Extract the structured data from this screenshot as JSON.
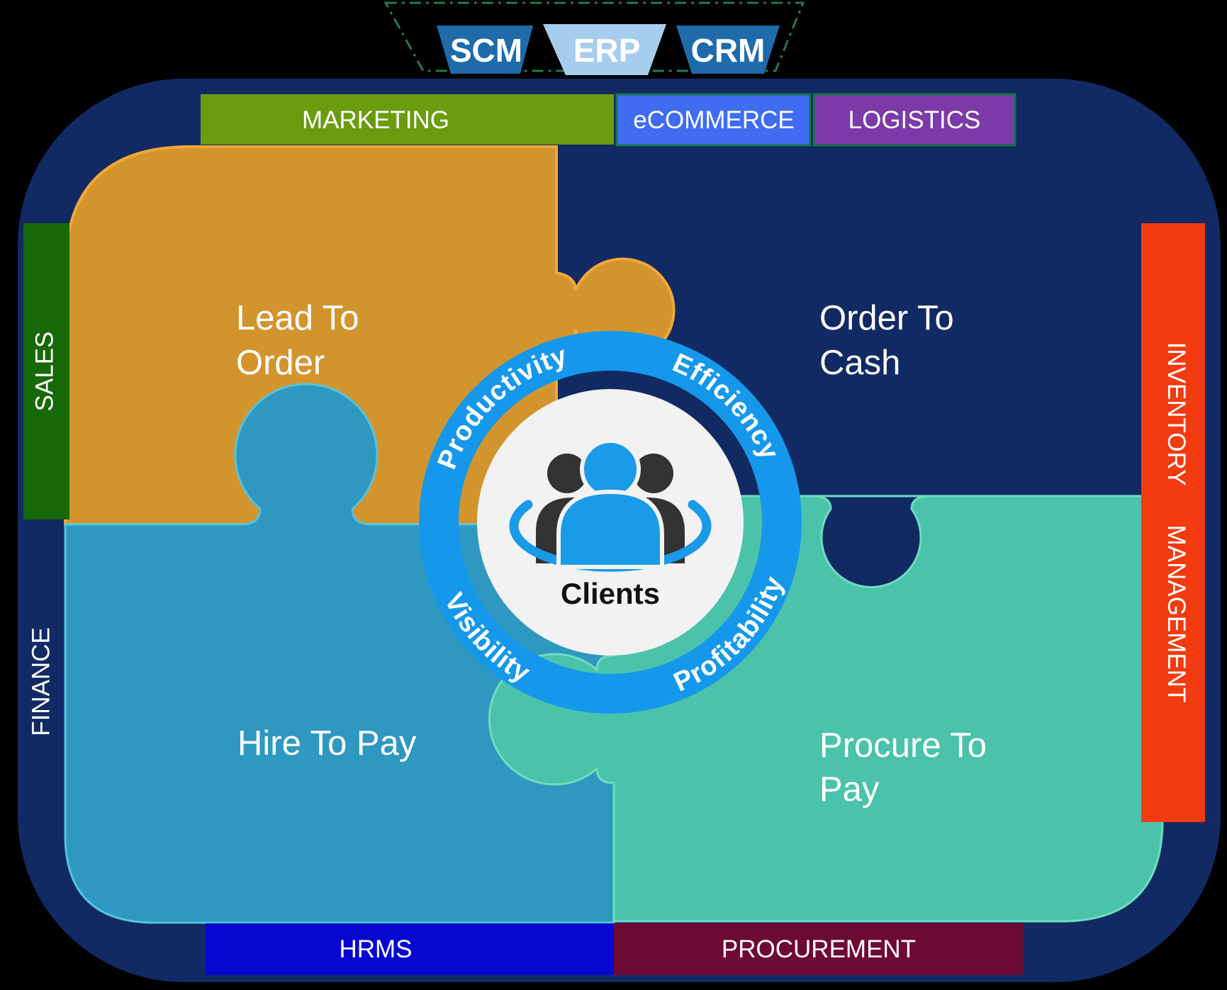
{
  "funnel": {
    "scm": "SCM",
    "erp": "ERP",
    "crm": "CRM"
  },
  "top_bars": {
    "marketing": "MARKETING",
    "ecommerce": "eCOMMERCE",
    "logistics": "LOGISTICS"
  },
  "side_labels": {
    "sales": "SALES",
    "finance": "FINANCE",
    "inventory_management": "INVENTORY MANAGEMENT"
  },
  "bottom_bars": {
    "hrms": "HRMS",
    "procurement": "PROCUREMENT"
  },
  "pieces": {
    "lead_to_order": {
      "line1": "Lead To",
      "line2": "Order"
    },
    "order_to_cash": {
      "line1": "Order To",
      "line2": "Cash"
    },
    "hire_to_pay": {
      "line1": "Hire To Pay"
    },
    "procure_to_pay": {
      "line1": "Procure To",
      "line2": "Pay"
    }
  },
  "ring": {
    "productivity": "Productivity",
    "efficiency": "Efficiency",
    "visibility": "Visibility",
    "profitability": "Profitability"
  },
  "center": {
    "label": "Clients"
  },
  "colors": {
    "navy": "#112a63",
    "orange": "#d2952e",
    "orange_stroke": "#f2a73a",
    "teal_blue": "#2e98c0",
    "teal_blue_stroke": "#55c3dd",
    "green_teal": "#4bc3ab",
    "green_teal_stroke": "#6fdcc0",
    "ring_blue": "#1598eb",
    "center_circle": "#f2f2f2",
    "icon_blue": "#1a9be8",
    "icon_dark": "#333333",
    "marketing_green": "#6b9c10",
    "ecommerce_blue": "#3f6cf0",
    "logistics_purple": "#7c3aa8",
    "bar_border_green": "#157347",
    "sales_green": "#176807",
    "inventory_red": "#f23b10",
    "hrms_blue": "#0607d1",
    "procurement_maroon": "#6d0a33",
    "funnel_dark_blue": "#1f6ba9",
    "funnel_light_blue": "#a6cded",
    "dash_green": "#23784e"
  }
}
